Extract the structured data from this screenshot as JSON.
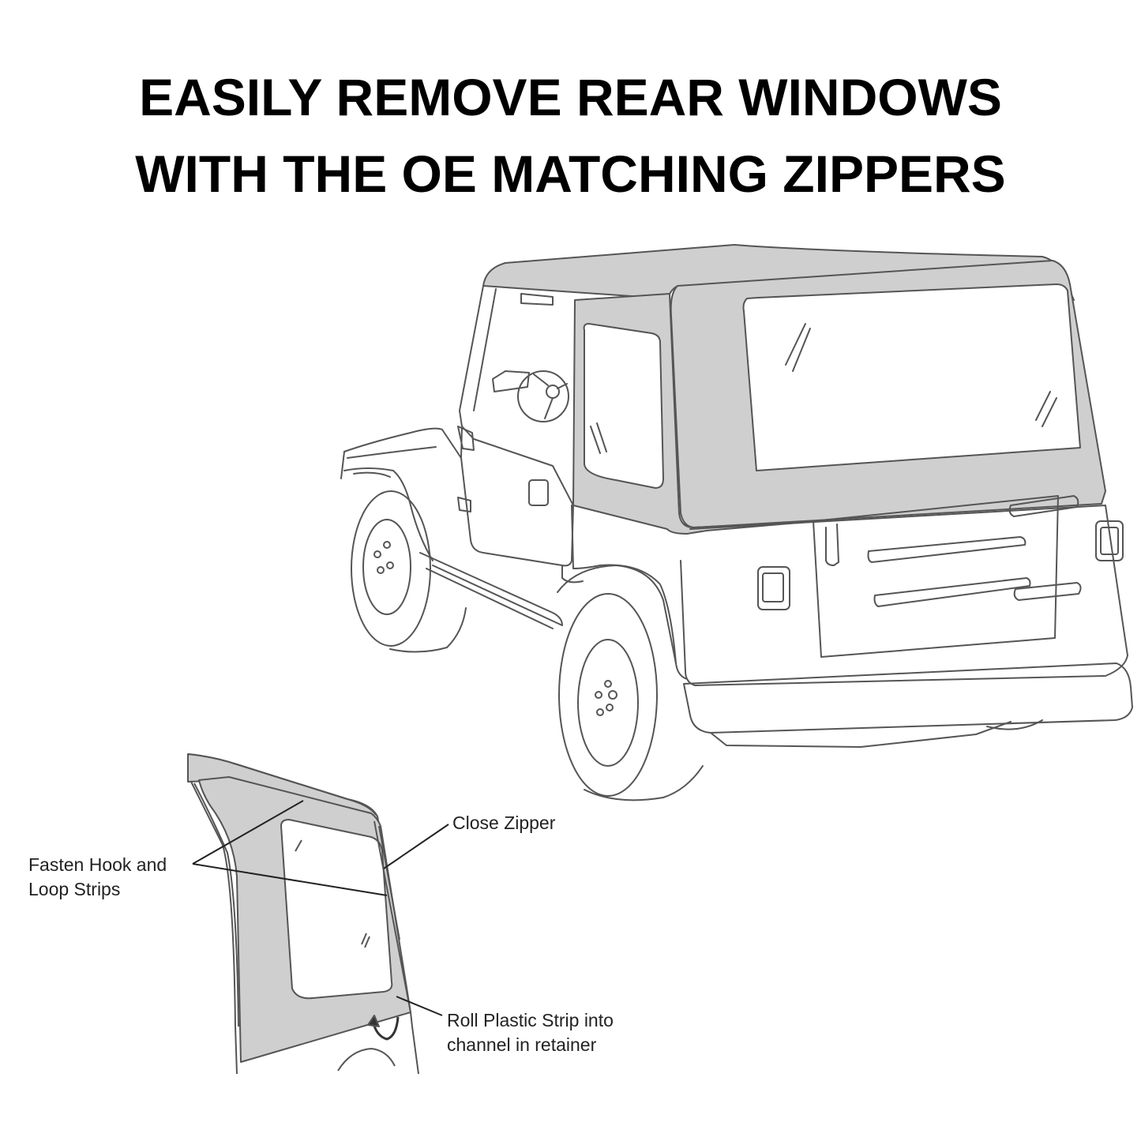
{
  "headline": {
    "line1": "EASILY REMOVE REAR WINDOWS",
    "line2": "WITH THE OE MATCHING ZIPPERS"
  },
  "illustration": {
    "subject": "soft-top off-road vehicle, rear three-quarter view",
    "colors": {
      "soft_top": "#cfcfcf",
      "outline": "#555555",
      "background": "#ffffff",
      "label_text": "#222222",
      "headline_text": "#000000"
    }
  },
  "inset": {
    "callouts": [
      {
        "id": "close-zipper",
        "text": "Close Zipper"
      },
      {
        "id": "fasten-hook-loop",
        "lines": [
          "Fasten Hook and",
          "Loop Strips"
        ]
      },
      {
        "id": "roll-plastic-strip",
        "lines": [
          "Roll Plastic Strip into",
          "channel in retainer"
        ]
      }
    ]
  }
}
